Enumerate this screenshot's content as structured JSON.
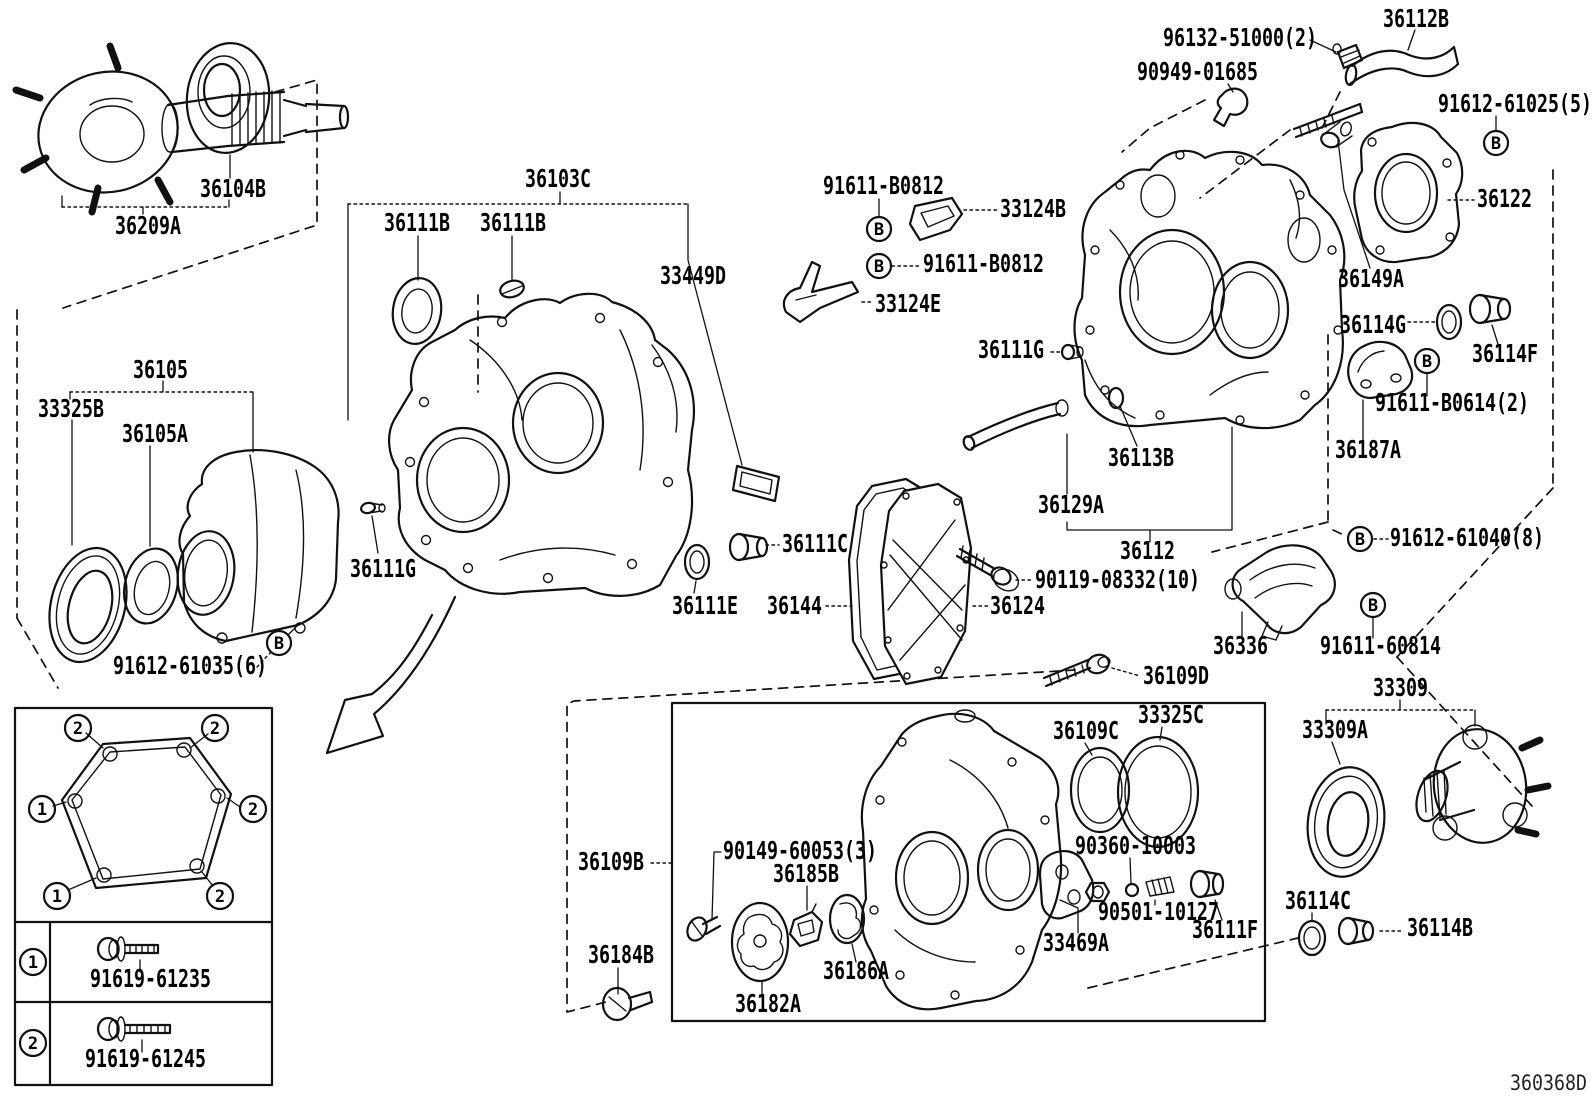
{
  "diagram": {
    "code": "360368D",
    "callout_letter": "B",
    "labels": {
      "input_hub": "36209A",
      "input_seal": "36104B",
      "ext_housing": "36105",
      "seal_33325b": "33325B",
      "seal_36105a": "36105A",
      "plug_36111g": "36111G",
      "bolt_91612_61035": "91612-61035(6)",
      "case_front": "36103C",
      "seal_36111b": "36111B",
      "gasket_33449d": "33449D",
      "plug_36111c": "36111C",
      "washer_36111e": "36111E",
      "gasket_36144": "36144",
      "cover_36124": "36124",
      "bolt_90119": "90119-08332(10)",
      "bolt_91611_b0812": "91611-B0812",
      "bracket_33124b": "33124B",
      "bracket_33124e": "33124E",
      "clamp_96132": "96132-51000(2)",
      "clip_90949": "90949-01685",
      "hose_36112b": "36112B",
      "bolt_91612_61025": "91612-61025(5)",
      "retainer_36122": "36122",
      "stud_36149a": "36149A",
      "seal_36114g": "36114G",
      "plug_36114f": "36114F",
      "bolt_91611_b0614": "91611-B0614(2)",
      "bracket_36187a": "36187A",
      "breather_36113b": "36113B",
      "tube_36129a": "36129A",
      "case_rear": "36112",
      "bolt_91612_61040": "91612-61040(8)",
      "bracket_36336": "36336",
      "bolt_91611_60814": "91611-60814",
      "bolt_36109d": "36109D",
      "seal_33325c": "33325C",
      "seal_36109c": "36109C",
      "cover_36109b": "36109B",
      "screw_90149": "90149-60053(3)",
      "strainer_36185b": "36185B",
      "plug_36184b": "36184B",
      "rotor_36182a": "36182A",
      "clip_36186a": "36186A",
      "ball_90360": "90360-10003",
      "spring_90501": "90501-10127",
      "plug_36111f": "36111F",
      "bracket_33469a": "33469A",
      "hub_33309": "33309",
      "seal_33309a": "33309A",
      "washer_36114c": "36114C",
      "plug_36114b": "36114B"
    },
    "legend": {
      "positions": [
        "2",
        "2",
        "1",
        "2",
        "1",
        "2"
      ],
      "rows": [
        {
          "num": "1",
          "part": "91619-61235"
        },
        {
          "num": "2",
          "part": "91619-61245"
        }
      ]
    }
  }
}
